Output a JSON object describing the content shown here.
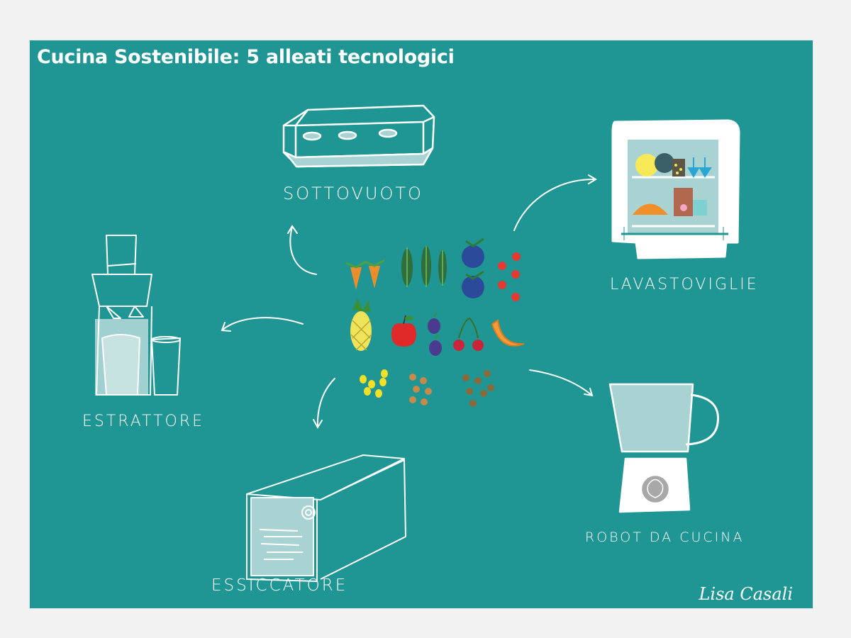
{
  "title": "Cucina Sostenibile: 5 alleati tecnologici",
  "devices": {
    "sottovuoto": "SOTTOVUOTO",
    "lavastoviglie": "LAVASTOVIGLIE",
    "estrattore": "ESTRATTORE",
    "essiccatore": "ESSICCATORE",
    "robot": "ROBOT DA CUCINA"
  },
  "signature": "Lisa Casali",
  "colors": {
    "background": "#1f9693",
    "appliance_fill": "#a8d3d2",
    "line": "#ffffff"
  }
}
